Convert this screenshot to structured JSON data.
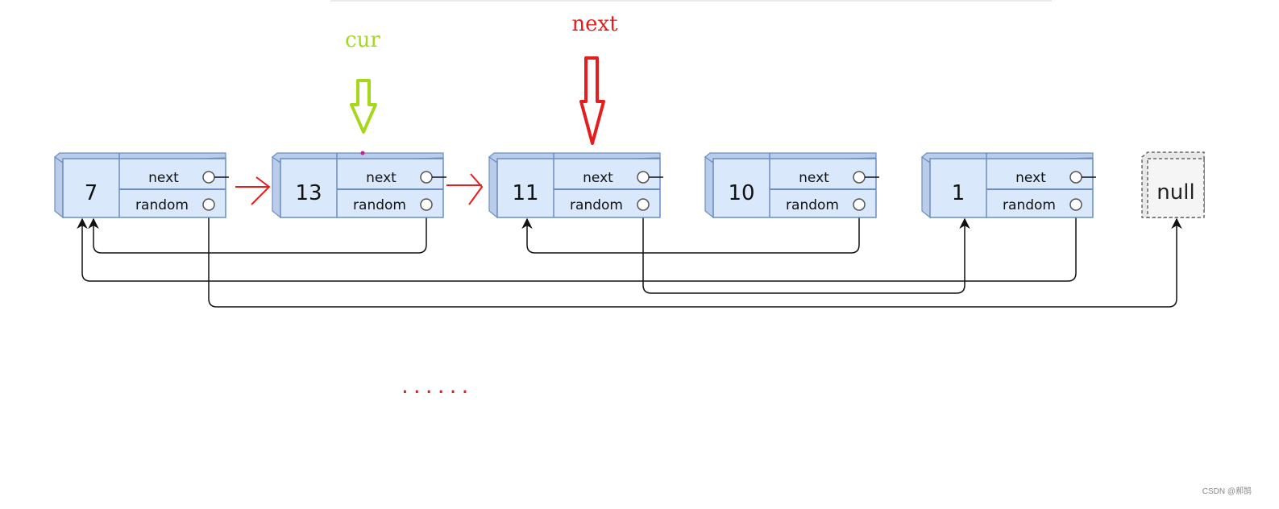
{
  "nodes": [
    {
      "val": "7",
      "next_label": "next",
      "random_label": "random"
    },
    {
      "val": "13",
      "next_label": "next",
      "random_label": "random"
    },
    {
      "val": "11",
      "next_label": "next",
      "random_label": "random"
    },
    {
      "val": "10",
      "next_label": "next",
      "random_label": "random"
    },
    {
      "val": "1",
      "next_label": "next",
      "random_label": "random"
    }
  ],
  "null_node": {
    "label": "null"
  },
  "pointers": {
    "cur": {
      "label": "cur",
      "color": "#a6d81a",
      "points_to_index": 1
    },
    "next": {
      "label": "next",
      "color": "#e41e1e",
      "points_to_index": 2
    }
  },
  "random_links": [
    {
      "from": 1,
      "to": 0
    },
    {
      "from": 3,
      "to": 2
    },
    {
      "from": 4,
      "to": 0
    },
    {
      "from": 2,
      "to": 4
    },
    {
      "from": 0,
      "to": "null"
    }
  ],
  "ellipsis": "......",
  "watermark": "CSDN @郝鹄",
  "colors": {
    "node_fill": "#dae8fc",
    "node_stroke": "#6c8ebf",
    "node_side": "#b9cdea",
    "null_fill": "#f5f5f5",
    "null_stroke": "#666666",
    "highlight_arrow": "#e41e1e",
    "line": "#111111"
  }
}
